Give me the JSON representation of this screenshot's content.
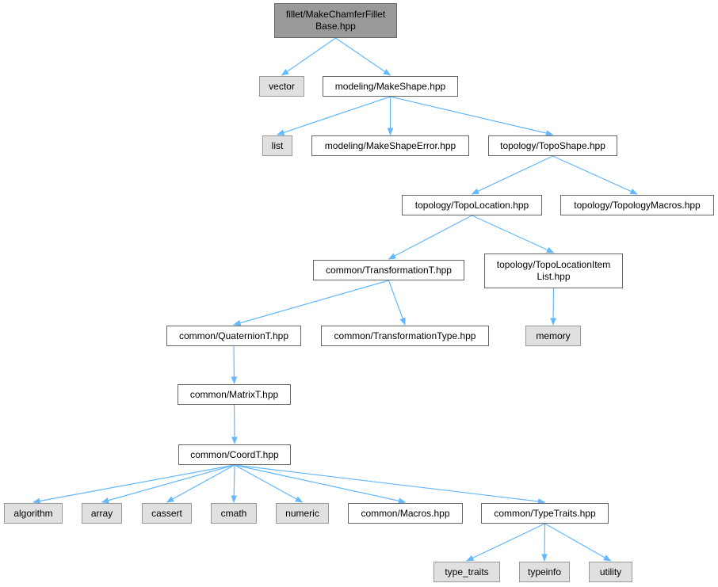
{
  "colors": {
    "edge": "#63b8ff",
    "root_fill": "#999999",
    "external_fill": "#e0e0e0",
    "file_fill": "#ffffff",
    "border": "#666666"
  },
  "nodes": [
    {
      "id": "root",
      "label": "fillet/MakeChamferFillet\nBase.hpp",
      "kind": "root"
    },
    {
      "id": "vector",
      "label": "vector",
      "kind": "external"
    },
    {
      "id": "makeshape",
      "label": "modeling/MakeShape.hpp",
      "kind": "file"
    },
    {
      "id": "list",
      "label": "list",
      "kind": "external"
    },
    {
      "id": "makeshapeerror",
      "label": "modeling/MakeShapeError.hpp",
      "kind": "file"
    },
    {
      "id": "toposhape",
      "label": "topology/TopoShape.hpp",
      "kind": "file"
    },
    {
      "id": "topolocation",
      "label": "topology/TopoLocation.hpp",
      "kind": "file"
    },
    {
      "id": "topologymacros",
      "label": "topology/TopologyMacros.hpp",
      "kind": "file"
    },
    {
      "id": "transformation",
      "label": "common/TransformationT.hpp",
      "kind": "file"
    },
    {
      "id": "topolocationitemlist",
      "label": "topology/TopoLocationItem\nList.hpp",
      "kind": "file"
    },
    {
      "id": "quaternion",
      "label": "common/QuaternionT.hpp",
      "kind": "file"
    },
    {
      "id": "transformationtype",
      "label": "common/TransformationType.hpp",
      "kind": "file"
    },
    {
      "id": "memory",
      "label": "memory",
      "kind": "external"
    },
    {
      "id": "matrix",
      "label": "common/MatrixT.hpp",
      "kind": "file"
    },
    {
      "id": "coord",
      "label": "common/CoordT.hpp",
      "kind": "file"
    },
    {
      "id": "algorithm",
      "label": "algorithm",
      "kind": "external"
    },
    {
      "id": "array",
      "label": "array",
      "kind": "external"
    },
    {
      "id": "cassert",
      "label": "cassert",
      "kind": "external"
    },
    {
      "id": "cmath",
      "label": "cmath",
      "kind": "external"
    },
    {
      "id": "numeric",
      "label": "numeric",
      "kind": "external"
    },
    {
      "id": "macros",
      "label": "common/Macros.hpp",
      "kind": "file"
    },
    {
      "id": "typetraits",
      "label": "common/TypeTraits.hpp",
      "kind": "file"
    },
    {
      "id": "type_traits",
      "label": "type_traits",
      "kind": "external"
    },
    {
      "id": "typeinfo",
      "label": "typeinfo",
      "kind": "external"
    },
    {
      "id": "utility",
      "label": "utility",
      "kind": "external"
    }
  ],
  "edges": [
    [
      "root",
      "vector"
    ],
    [
      "root",
      "makeshape"
    ],
    [
      "makeshape",
      "list"
    ],
    [
      "makeshape",
      "makeshapeerror"
    ],
    [
      "makeshape",
      "toposhape"
    ],
    [
      "toposhape",
      "topolocation"
    ],
    [
      "toposhape",
      "topologymacros"
    ],
    [
      "topolocation",
      "transformation"
    ],
    [
      "topolocation",
      "topolocationitemlist"
    ],
    [
      "transformation",
      "quaternion"
    ],
    [
      "transformation",
      "transformationtype"
    ],
    [
      "topolocationitemlist",
      "memory"
    ],
    [
      "quaternion",
      "matrix"
    ],
    [
      "matrix",
      "coord"
    ],
    [
      "coord",
      "algorithm"
    ],
    [
      "coord",
      "array"
    ],
    [
      "coord",
      "cassert"
    ],
    [
      "coord",
      "cmath"
    ],
    [
      "coord",
      "numeric"
    ],
    [
      "coord",
      "macros"
    ],
    [
      "coord",
      "typetraits"
    ],
    [
      "typetraits",
      "type_traits"
    ],
    [
      "typetraits",
      "typeinfo"
    ],
    [
      "typetraits",
      "utility"
    ]
  ]
}
